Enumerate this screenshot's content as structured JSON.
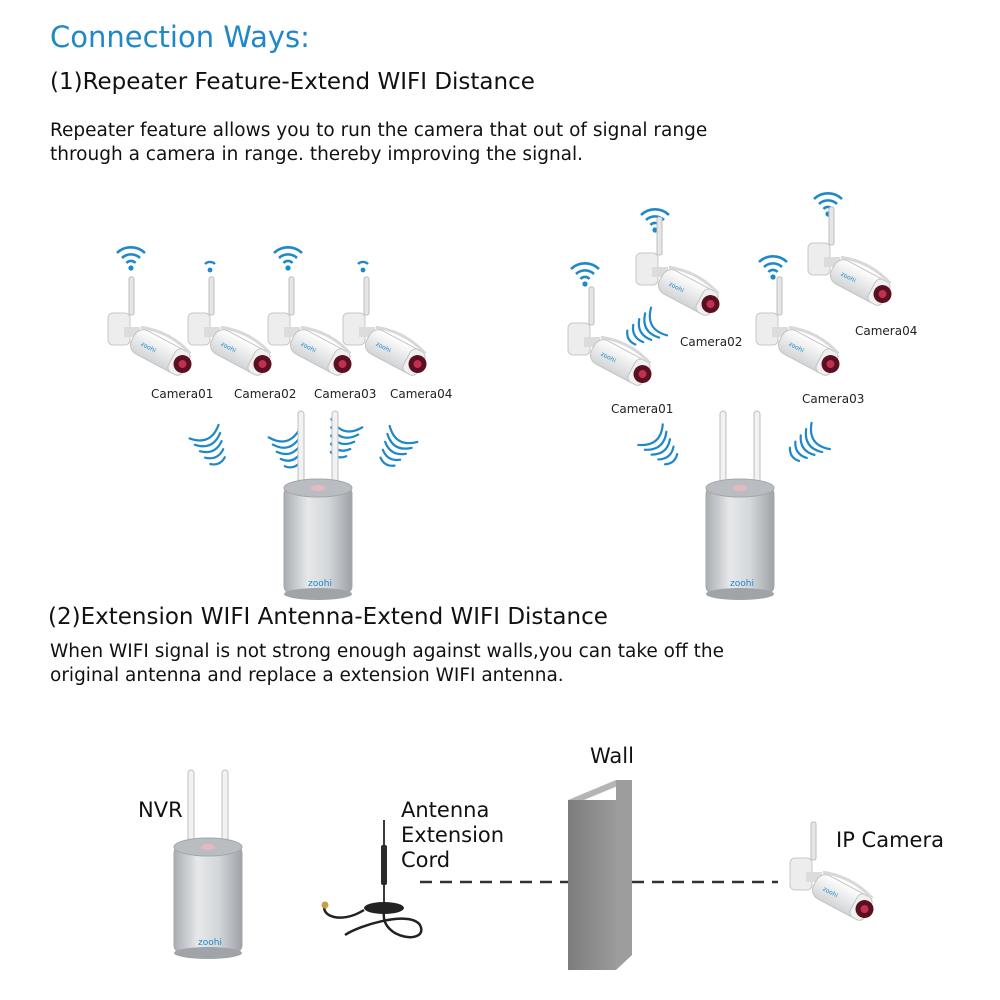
{
  "heading": "Connection Ways:",
  "section1": {
    "title": "(1)Repeater Feature-Extend WIFI Distance",
    "desc_line1": "Repeater feature allows you to run the camera that out of signal range",
    "desc_line2": "through a camera in range. thereby improving the signal.",
    "left_cameras": [
      "Camera01",
      "Camera02",
      "Camera03",
      "Camera04"
    ],
    "right_cameras": [
      "Camera01",
      "Camera02",
      "Camera03",
      "Camera04"
    ]
  },
  "section2": {
    "title": "(2)Extension WIFI Antenna-Extend WIFI Distance",
    "desc_line1": "When WIFI signal is not strong enough against walls,you can take off the",
    "desc_line2": "original antenna and replace a extension WIFI antenna.",
    "nvr_label": "NVR",
    "antenna_line1": "Antenna",
    "antenna_line2": "Extension",
    "antenna_line3": "Cord",
    "wall_label": "Wall",
    "camera_label": "IP Camera"
  },
  "brand": "zoohi",
  "colors": {
    "accent": "#1e88c8",
    "wave": "#1e88c8",
    "device": "#c9ccd0",
    "wall": "#8a8a8a"
  }
}
